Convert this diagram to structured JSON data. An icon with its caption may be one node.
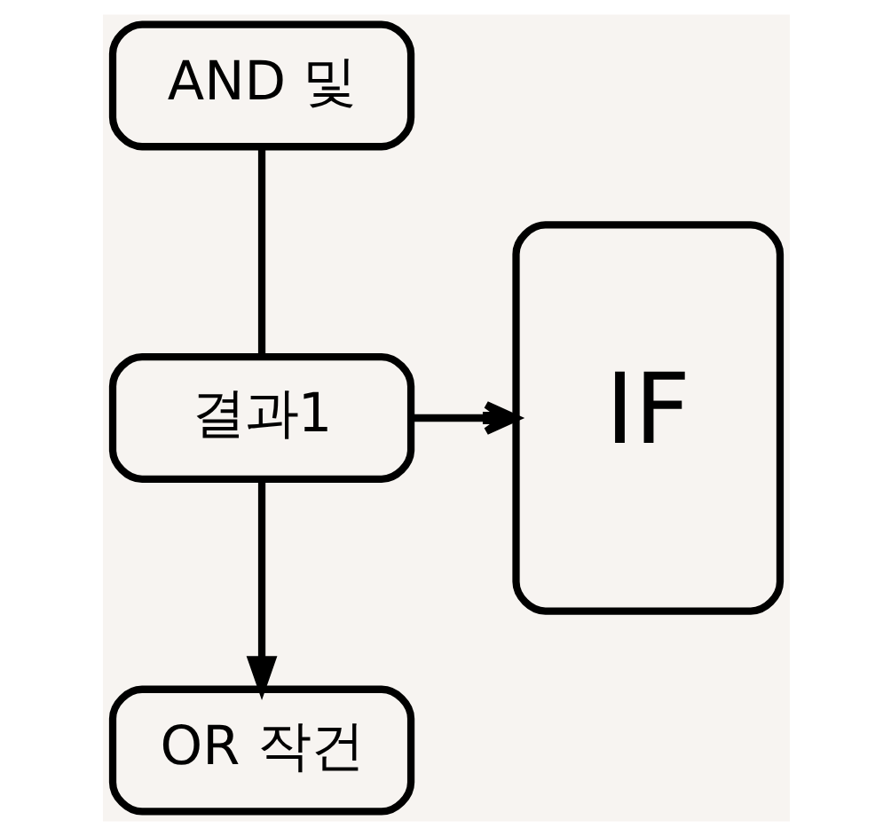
{
  "diagram": {
    "nodes": [
      {
        "text": [
          "AND 및"
        ]
      },
      {
        "text": [
          "결과1"
        ]
      },
      {
        "text": [
          "OR 작건"
        ]
      },
      {
        "text": [
          "IF"
        ]
      }
    ],
    "edges": [
      {
        "from": 0,
        "to": 1,
        "arrow": "none"
      },
      {
        "from": 1,
        "to": 2,
        "arrow": "to"
      },
      {
        "from": 1,
        "to": 3,
        "arrow": "to"
      }
    ]
  }
}
